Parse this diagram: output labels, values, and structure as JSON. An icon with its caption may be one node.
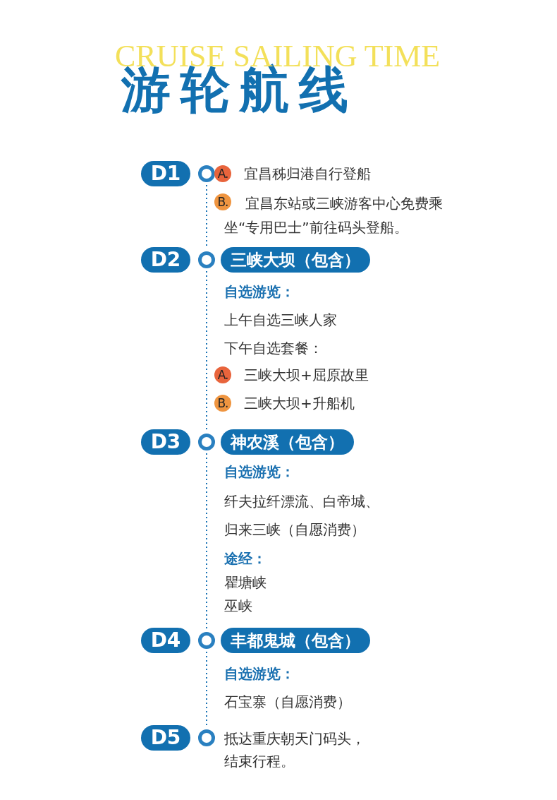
{
  "diagram": {
    "title": "游轮航线",
    "nodes": [
      {
        "text": [
          "D1"
        ]
      },
      {
        "text": [],
        "shape": "circle"
      },
      {
        "text": [
          "A."
        ]
      },
      {
        "text": [
          "B."
        ]
      },
      {
        "text": [
          "D2"
        ]
      },
      {
        "text": [],
        "shape": "circle"
      },
      {
        "text": [
          "三峡大坝（包含）"
        ]
      },
      {
        "text": [
          "A."
        ]
      },
      {
        "text": [
          "B."
        ]
      },
      {
        "text": [
          "D3"
        ]
      },
      {
        "text": [],
        "shape": "circle"
      },
      {
        "text": [
          "神农溪（包含）"
        ]
      },
      {
        "text": [
          "D4"
        ]
      },
      {
        "text": [],
        "shape": "circle"
      },
      {
        "text": [
          "丰都鬼城（包含）"
        ]
      },
      {
        "text": [
          "D5"
        ]
      },
      {
        "text": [],
        "shape": "circle"
      }
    ],
    "edges": [
      {
        "from": 1,
        "to": 5,
        "arrow": "none",
        "style": "dashed"
      },
      {
        "from": 5,
        "to": 10,
        "arrow": "none",
        "style": "dashed"
      },
      {
        "from": 10,
        "to": 13,
        "arrow": "none",
        "style": "dashed"
      },
      {
        "from": 13,
        "to": 16,
        "arrow": "none",
        "style": "dashed"
      }
    ],
    "labels": [
      "CRUISE SAILING TIME",
      "宜昌秭归港自行登船",
      "宜昌东站或三峡游客中心免费乘坐“专用巴士”前往码头登船。",
      "自选游览：",
      "上午自选三峡人家",
      "下午自选套餐：",
      "三峡大坝+屈原故里",
      "三峡大坝+升船机",
      "自选游览：",
      "纤夫拉纤漂流、白帝城、",
      "归来三峡（自愿消费）",
      "途经：",
      "瞿塘峡",
      "巫峡",
      "自选游览：",
      "石宝寨（自愿消费）",
      "抵达重庆朝天门码头，结束行程。"
    ]
  }
}
